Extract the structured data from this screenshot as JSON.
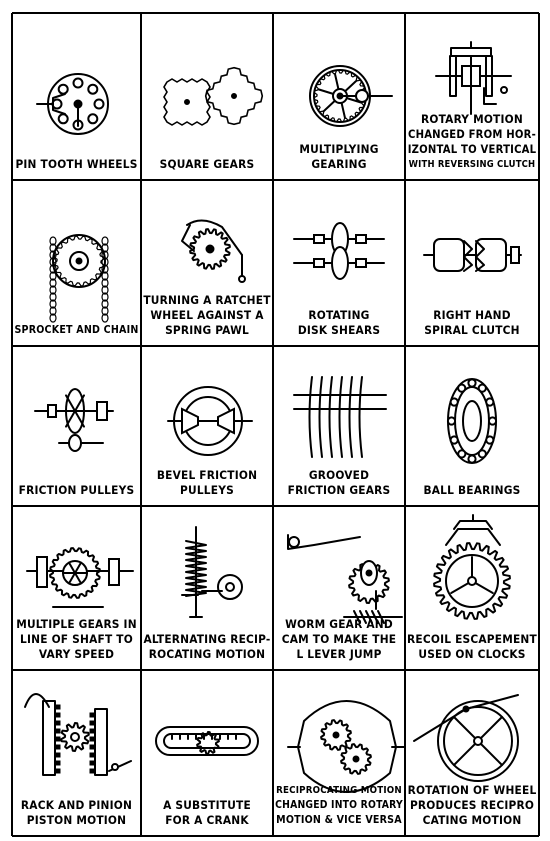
{
  "cells": [
    {
      "name": "pin-tooth-wheels",
      "art": "pinwheel",
      "lines": [
        "PIN TOOTH WHEELS"
      ]
    },
    {
      "name": "square-gears",
      "art": "squaregears",
      "lines": [
        "SQUARE GEARS"
      ]
    },
    {
      "name": "multiplying-gearing",
      "art": "multiplying",
      "lines": [
        "MULTIPLYING",
        "GEARING"
      ]
    },
    {
      "name": "rotary-motion-reversing-clutch",
      "art": "reversing",
      "lines": [
        "ROTARY MOTION",
        "CHANGED FROM HOR-",
        "IZONTAL TO VERTICAL",
        "WITH REVERSING CLUTCH"
      ]
    },
    {
      "name": "sprocket-and-chain",
      "art": "sprocket",
      "lines": [
        "SPROCKET AND CHAIN"
      ]
    },
    {
      "name": "ratchet-wheel-spring-pawl",
      "art": "ratchet",
      "lines": [
        "TURNING A RATCHET",
        "WHEEL AGAINST A",
        "SPRING PAWL"
      ]
    },
    {
      "name": "rotating-disk-shears",
      "art": "shears",
      "lines": [
        "ROTATING",
        "DISK SHEARS"
      ]
    },
    {
      "name": "right-hand-spiral-clutch",
      "art": "spiralclutch",
      "lines": [
        "RIGHT HAND",
        "SPIRAL CLUTCH"
      ]
    },
    {
      "name": "friction-pulleys",
      "art": "frictionpulleys",
      "lines": [
        "FRICTION PULLEYS"
      ]
    },
    {
      "name": "bevel-friction-pulleys",
      "art": "bevel",
      "lines": [
        "BEVEL FRICTION",
        "PULLEYS"
      ]
    },
    {
      "name": "grooved-friction-gears",
      "art": "grooved",
      "lines": [
        "GROOVED",
        "FRICTION GEARS"
      ]
    },
    {
      "name": "ball-bearings",
      "art": "ballbearing",
      "lines": [
        "BALL BEARINGS"
      ]
    },
    {
      "name": "multiple-gears-in-line-of-shaft",
      "art": "multigears",
      "lines": [
        "MULTIPLE GEARS IN",
        "LINE OF SHAFT TO",
        "VARY SPEED"
      ]
    },
    {
      "name": "alternating-reciprocating-motion",
      "art": "spring",
      "lines": [
        "ALTERNATING RECIP-",
        "ROCATING MOTION"
      ]
    },
    {
      "name": "worm-gear-and-cam",
      "art": "wormcam",
      "lines": [
        "WORM GEAR AND",
        "CAM TO MAKE THE",
        "L LEVER JUMP"
      ]
    },
    {
      "name": "recoil-escapement",
      "art": "escapement",
      "lines": [
        "RECOIL ESCAPEMENT",
        "USED ON CLOCKS"
      ]
    },
    {
      "name": "rack-and-pinion-piston-motion",
      "art": "rackpinion",
      "lines": [
        "RACK AND PINION",
        "PISTON MOTION"
      ]
    },
    {
      "name": "substitute-for-a-crank",
      "art": "crank",
      "lines": [
        "A SUBSTITUTE",
        "FOR A CRANK"
      ]
    },
    {
      "name": "reciprocating-to-rotary-motion",
      "art": "oval",
      "lines": [
        "RECIPROCATING MOTION",
        "CHANGED INTO ROTARY",
        "MOTION & VICE VERSA"
      ]
    },
    {
      "name": "rotation-of-wheel-reciprocating",
      "art": "wheelrod",
      "lines": [
        "ROTATION OF WHEEL",
        "PRODUCES RECIPRO",
        "CATING MOTION"
      ]
    }
  ]
}
